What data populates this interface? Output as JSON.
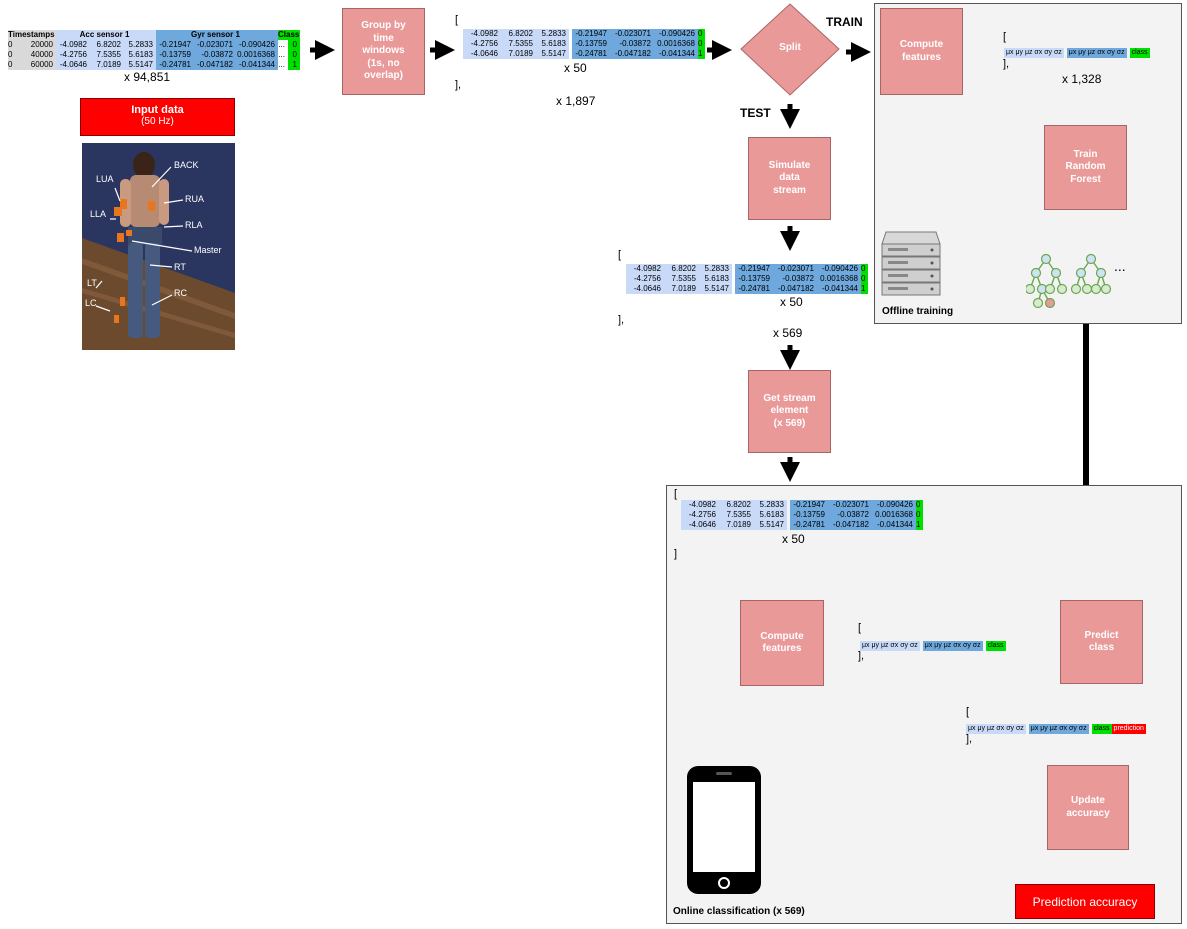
{
  "input_table": {
    "headers": [
      "Timestamps",
      "Acc sensor 1",
      "Gyr sensor  1",
      "Class"
    ],
    "rows": [
      {
        "idx": "0",
        "ts": "20000",
        "a1": "-4.0982",
        "a2": "6.8202",
        "a3": "5.2833",
        "g1": "-0.21947",
        "g2": "-0.023071",
        "g3": "-0.090426",
        "dots": "...",
        "cls": "0"
      },
      {
        "idx": "0",
        "ts": "40000",
        "a1": "-4.2756",
        "a2": "7.5355",
        "a3": "5.6183",
        "g1": "-0.13759",
        "g2": "-0.03872",
        "g3": "0.0016368",
        "dots": "...",
        "cls": "0"
      },
      {
        "idx": "0",
        "ts": "60000",
        "a1": "-4.0646",
        "a2": "7.0189",
        "a3": "5.5147",
        "g1": "-0.24781",
        "g2": "-0.047182",
        "g3": "-0.041344",
        "dots": "...",
        "cls": "1"
      }
    ],
    "multiplier": "x 94,851"
  },
  "input_label": {
    "title": "Input data",
    "subtitle": "(50 Hz)"
  },
  "body_labels": {
    "back": "BACK",
    "lua": "LUA",
    "rua": "RUA",
    "lla": "LLA",
    "rla": "RLA",
    "master": "Master",
    "lt": "LT",
    "rt": "RT",
    "lc": "LC",
    "rc": "RC"
  },
  "window_rows": [
    {
      "a1": "-4.0982",
      "a2": "6.8202",
      "a3": "5.2833",
      "g1": "-0.21947",
      "g2": "-0.023071",
      "g3": "-0.090426",
      "cls": "0"
    },
    {
      "a1": "-4.2756",
      "a2": "7.5355",
      "a3": "5.6183",
      "g1": "-0.13759",
      "g2": "-0.03872",
      "g3": "0.0016368",
      "cls": "0"
    },
    {
      "a1": "-4.0646",
      "a2": "7.0189",
      "a3": "5.5147",
      "g1": "-0.24781",
      "g2": "-0.047182",
      "g3": "-0.041344",
      "cls": "1"
    }
  ],
  "brackets": {
    "open": "[",
    "close_comma": "],",
    "close": "]"
  },
  "boxes": {
    "group": "Group by\ntime\nwindows\n(1s, no\noverlap)",
    "split": "Split",
    "compute_train": "Compute\nfeatures",
    "train_rf": "Train\nRandom\nForest",
    "simulate": "Simulate\ndata\nstream",
    "get_stream": "Get stream\nelement\n(x 569)",
    "compute_online": "Compute\nfeatures",
    "predict": "Predict\nclass",
    "update": "Update\naccuracy"
  },
  "labels": {
    "train": "TRAIN",
    "test": "TEST",
    "offline": "Offline training",
    "online": "Online classification (x 569)",
    "ellipsis": "...",
    "prediction_accuracy": "Prediction accuracy"
  },
  "multipliers": {
    "window_x50": "x 50",
    "windows_total": "x 1,897",
    "train_count": "x 1,328",
    "test_x50": "x 50",
    "test_count": "x 569",
    "online_x50": "x 50"
  },
  "features": {
    "acc": "μx μy μz σx σy σz",
    "gyr": "μx μy μz σx σy σz",
    "class": "class",
    "prediction": "prediction"
  },
  "colors": {
    "box_fill": "#ea9999",
    "light_blue": "#c9daf8",
    "dark_blue": "#6fa8dc",
    "green": "#00e000",
    "red": "#ff0000",
    "panel": "#f3f3f3"
  },
  "icons": [
    "server-icon",
    "decision-tree-icon",
    "smartphone-icon",
    "arrow-icon"
  ]
}
